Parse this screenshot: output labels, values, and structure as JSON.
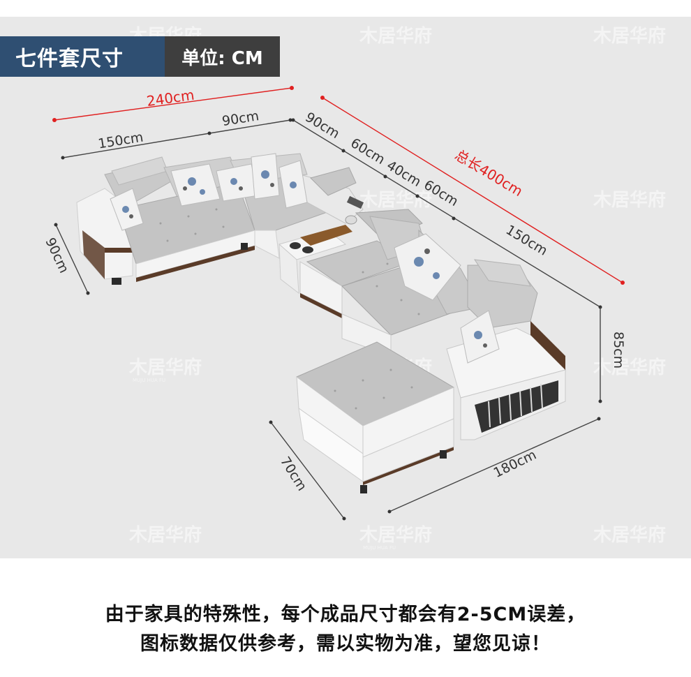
{
  "header": {
    "title": "七件套尺寸",
    "unit_label": "单位: CM"
  },
  "watermark": {
    "brand": "木居华府",
    "sub": "MUJU HUA FU"
  },
  "dimensions": {
    "top_total": "240cm",
    "top_left": "150cm",
    "top_mid": "90cm",
    "left_depth": "90cm",
    "diag_90": "90cm",
    "diag_60a": "60cm",
    "diag_40": "40cm",
    "diag_60b": "60cm",
    "diag_150": "150cm",
    "total_length": "总长400cm",
    "height": "85cm",
    "chaise_width": "70cm",
    "chaise_length": "180cm"
  },
  "footer": {
    "line1": "由于家具的特殊性，每个成品尺寸都会有2-5CM误差，",
    "line2": "图标数据仅供参考，需以实物为准，望您见谅！"
  },
  "colors": {
    "badge_blue": "#2f4f72",
    "badge_dark": "#3e3e3e",
    "red_dimension": "#e02020",
    "background": "#e8e8e8"
  }
}
